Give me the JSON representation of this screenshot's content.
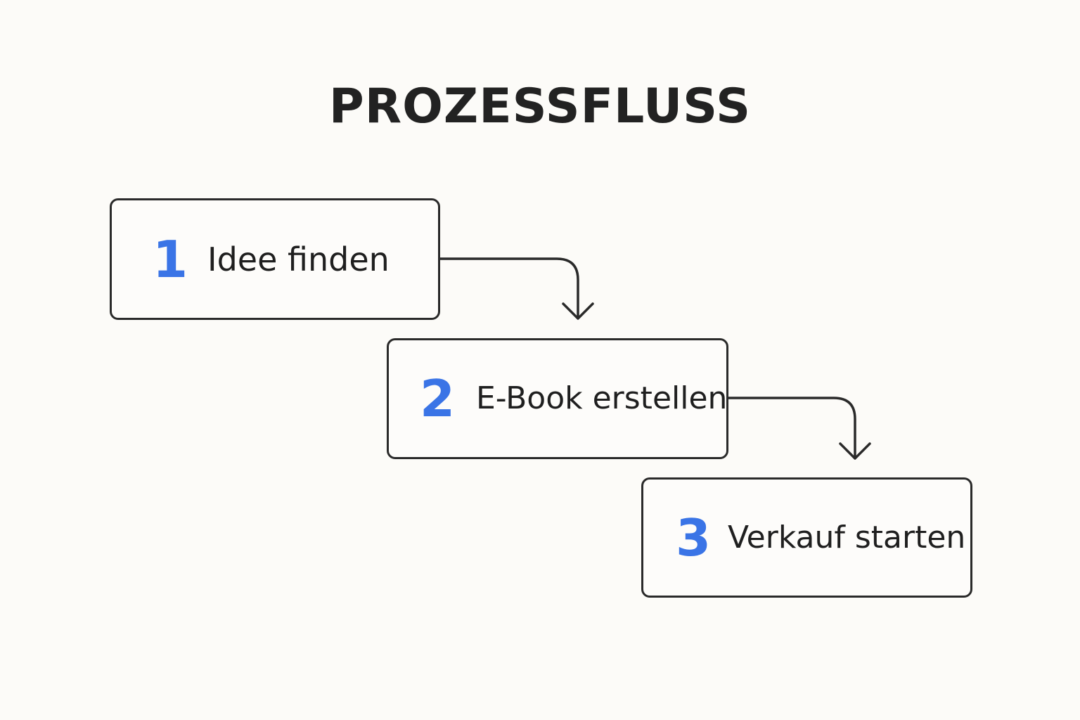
{
  "title": "PROZESSFLUSS",
  "colors": {
    "background": "#fcfbf8",
    "number_accent": "#3a74e6",
    "border": "#2a2a2a",
    "text": "#1f1f1f"
  },
  "steps": [
    {
      "number": "1",
      "label": "Idee finden"
    },
    {
      "number": "2",
      "label": "E-Book erstellen"
    },
    {
      "number": "3",
      "label": "Verkauf starten"
    }
  ],
  "connectors": [
    {
      "from": "1",
      "to": "2",
      "icon": "arrow-down-icon"
    },
    {
      "from": "2",
      "to": "3",
      "icon": "arrow-down-icon"
    }
  ]
}
